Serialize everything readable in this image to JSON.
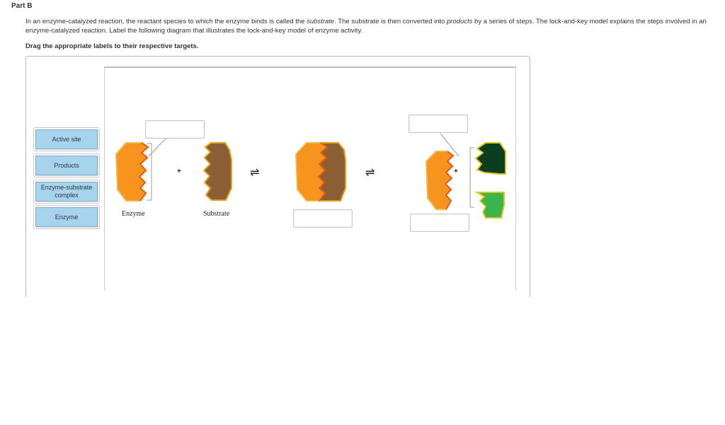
{
  "part": {
    "title": "Part B"
  },
  "question": {
    "p1": "In an enzyme-catalyzed reaction, the reactant species to which the enzyme binds is called the ",
    "term_substrate": "substrate",
    "p2": ". The substrate is then converted into ",
    "term_products": "products",
    "p3": " by a series of steps. The lock-and-key model explains the steps involved in an enzyme-catalyzed reaction. Label the following diagram that illustrates the lock-and-key model of enzyme activity.",
    "instruction": "Drag the appropriate labels to their respective targets."
  },
  "labels": {
    "active_site": "Active site",
    "products": "Products",
    "es_complex": "Enzyme-substrate complex",
    "enzyme": "Enzyme"
  },
  "diagram": {
    "enzyme_caption": "Enzyme",
    "substrate_caption": "Substrate",
    "plus": "+",
    "equilibrium": "⇌"
  },
  "colors": {
    "enzyme_orange": "#f7941d",
    "substrate_brown": "#8b5e34",
    "product_dark_green": "#0b3d1f",
    "product_light_green": "#39b54a",
    "label_fill": "#a6d4ec"
  }
}
